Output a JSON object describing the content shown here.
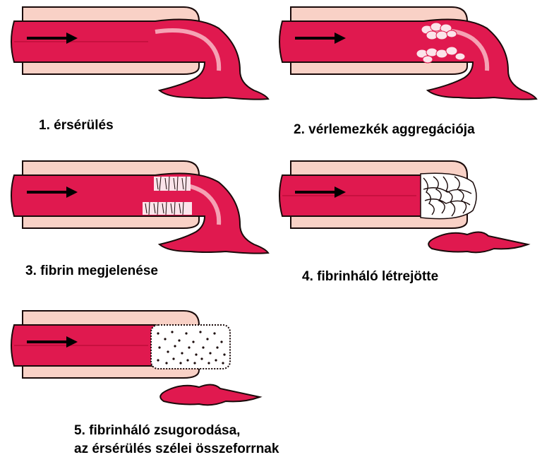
{
  "colors": {
    "wall": "#f9d1c6",
    "outline": "#1a0a0a",
    "blood": "#e0194f",
    "blood_dark": "#c8103f",
    "highlight": "#f5a2b4",
    "platelet": "#fbe4ea",
    "fibrin_bg": "#ffffff"
  },
  "steps": [
    {
      "caption": "1. érsérülés"
    },
    {
      "caption": "2. vérlemezkék aggregációja"
    },
    {
      "caption": "3. fibrin megjelenése"
    },
    {
      "caption": "4. fibrinháló létrejötte"
    },
    {
      "caption": "5. fibrinháló zsugorodása,",
      "caption_2": "az érsérülés szélei összeforrnak"
    }
  ]
}
